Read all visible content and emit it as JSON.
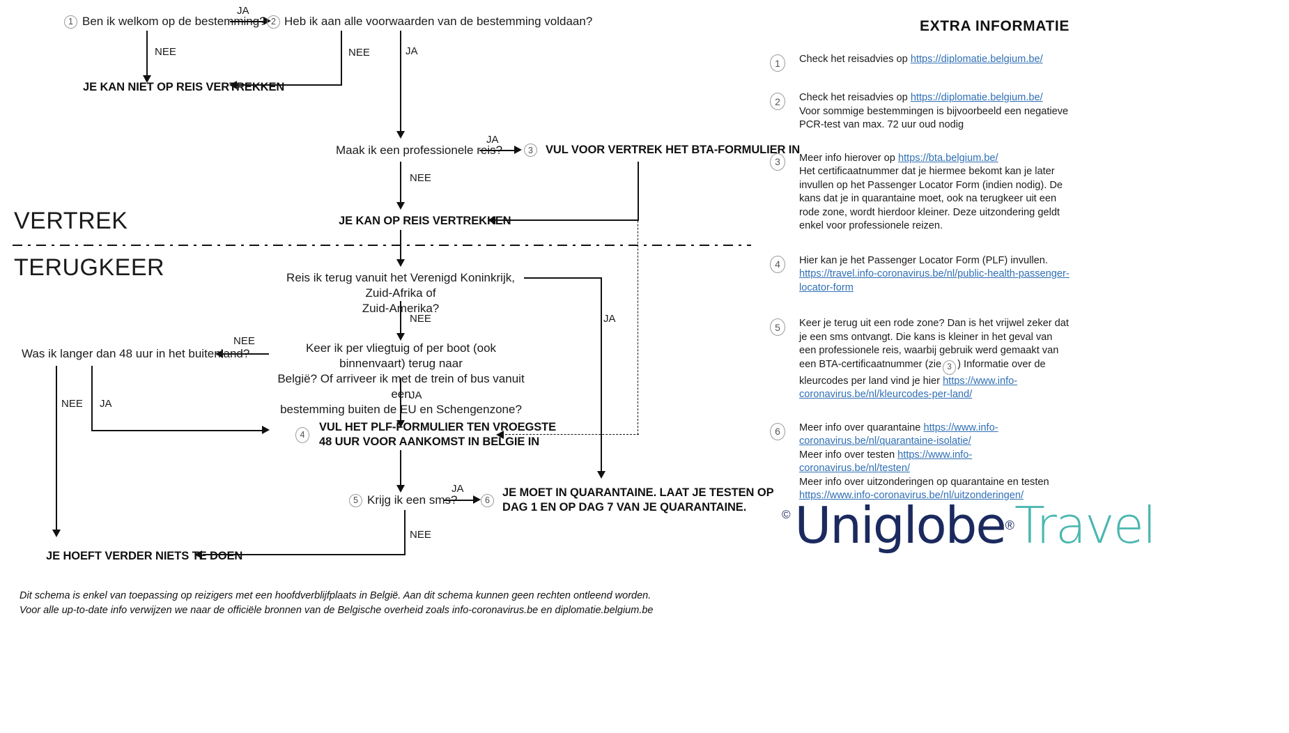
{
  "flow": {
    "sections": [
      {
        "id": "vertrek",
        "label": "VERTREK"
      },
      {
        "id": "terugkeer",
        "label": "TERUGKEER"
      }
    ],
    "nodes": {
      "q1": {
        "marker": "1",
        "text": "Ben ik welkom op de bestemming?",
        "type": "question"
      },
      "q2": {
        "marker": "2",
        "text": "Heb ik aan alle voorwaarden van de bestemming voldaan?",
        "type": "question"
      },
      "end_no_travel": {
        "text": "JE KAN NIET OP REIS VERTREKKEN",
        "type": "outcome"
      },
      "q3": {
        "text": "Maak ik een professionele reis?",
        "type": "question"
      },
      "bta": {
        "marker": "3",
        "text": "VUL VOOR VERTREK HET BTA-FORMULIER IN",
        "type": "outcome"
      },
      "can_travel": {
        "text": "JE KAN OP REIS VERTREKKEN",
        "type": "outcome"
      },
      "q4": {
        "text_line1": "Reis ik terug vanuit het Verenigd Koninkrijk, Zuid-Afrika of",
        "text_line2": "Zuid-Amerika?",
        "type": "question"
      },
      "q5": {
        "text_line1": "Keer ik per vliegtuig of per boot (ook binnenvaart) terug naar",
        "text_line2": "België? Of arriveer ik met de trein of bus vanuit een",
        "text_line3": "bestemming buiten de EU en Schengenzone?",
        "type": "question"
      },
      "q48": {
        "text": "Was ik langer dan 48 uur in het buitenland?",
        "type": "question"
      },
      "plf": {
        "marker": "4",
        "text_line1": "VUL HET PLF-FORMULIER TEN VROEGSTE",
        "text_line2": "48 UUR VOOR AANKOMST IN BELGIE IN",
        "type": "outcome"
      },
      "q6": {
        "marker": "5",
        "text": "Krijg ik een sms?",
        "type": "question"
      },
      "quarantine": {
        "marker": "6",
        "text_line1": "JE MOET IN QUARANTAINE. LAAT JE TESTEN OP",
        "text_line2": "DAG 1 EN OP DAG 7 VAN JE QUARANTAINE.",
        "type": "outcome"
      },
      "nothing": {
        "text": "JE HOEFT VERDER NIETS TE DOEN",
        "type": "outcome"
      }
    },
    "edge_labels": {
      "ja": "JA",
      "nee": "NEE"
    },
    "edges": [
      {
        "from": "q1",
        "to": "q2",
        "label": "JA"
      },
      {
        "from": "q1",
        "to": "end_no_travel",
        "label": "NEE"
      },
      {
        "from": "q2",
        "to": "end_no_travel",
        "label": "NEE"
      },
      {
        "from": "q2",
        "to": "q3",
        "label": "JA"
      },
      {
        "from": "q3",
        "to": "bta",
        "label": "JA"
      },
      {
        "from": "q3",
        "to": "can_travel",
        "label": "NEE"
      },
      {
        "from": "bta",
        "to": "can_travel",
        "label": ""
      },
      {
        "from": "can_travel",
        "to": "q4",
        "label": ""
      },
      {
        "from": "q4",
        "to": "q5",
        "label": "NEE"
      },
      {
        "from": "q4",
        "to": "quarantine",
        "label": "JA"
      },
      {
        "from": "q5",
        "to": "q48",
        "label": "NEE"
      },
      {
        "from": "q5",
        "to": "plf",
        "label": "JA"
      },
      {
        "from": "q48",
        "to": "nothing",
        "label": "NEE"
      },
      {
        "from": "q48",
        "to": "plf",
        "label": "JA"
      },
      {
        "from": "plf",
        "to": "q6",
        "label": ""
      },
      {
        "from": "q6",
        "to": "quarantine",
        "label": "JA"
      },
      {
        "from": "q6",
        "to": "nothing",
        "label": "NEE"
      }
    ]
  },
  "panel": {
    "title": "EXTRA INFORMATIE",
    "items": [
      {
        "num": "1",
        "parts": [
          {
            "t": "text",
            "v": "Check het reisadvies op "
          },
          {
            "t": "link",
            "v": "https://diplomatie.belgium.be/"
          }
        ]
      },
      {
        "num": "2",
        "parts": [
          {
            "t": "text",
            "v": "Check het reisadvies op "
          },
          {
            "t": "link",
            "v": "https://diplomatie.belgium.be/"
          },
          {
            "t": "br"
          },
          {
            "t": "text",
            "v": "Voor sommige bestemmingen is bijvoorbeeld een negatieve PCR-test van max. 72 uur oud nodig"
          }
        ]
      },
      {
        "num": "3",
        "parts": [
          {
            "t": "text",
            "v": "Meer info hierover op "
          },
          {
            "t": "link",
            "v": "https://bta.belgium.be/"
          },
          {
            "t": "br"
          },
          {
            "t": "text",
            "v": "Het certificaatnummer dat je hiermee bekomt kan je later invullen op het Passenger Locator Form (indien nodig).  De kans dat je in quarantaine moet, ook na terugkeer uit een rode zone, wordt hierdoor kleiner. Deze uitzondering geldt enkel voor professionele reizen."
          }
        ]
      },
      {
        "num": "4",
        "parts": [
          {
            "t": "text",
            "v": "Hier kan je het Passenger Locator Form (PLF) invullen."
          },
          {
            "t": "br"
          },
          {
            "t": "link",
            "v": "https://travel.info-coronavirus.be/nl/public-health-passenger-locator-form"
          }
        ]
      },
      {
        "num": "5",
        "parts": [
          {
            "t": "text",
            "v": "Keer je terug uit een rode zone? Dan is het vrijwel zeker dat je een sms ontvangt. Die kans is kleiner in het geval van een professionele reis, waarbij gebruik werd gemaakt van een BTA-certificaatnummer (zie"
          },
          {
            "t": "circle",
            "v": "3"
          },
          {
            "t": "text",
            "v": ") Informatie over de kleurcodes per land vind je hier "
          },
          {
            "t": "link",
            "v": "https://www.info-coronavirus.be/nl/kleurcodes-per-land/"
          }
        ]
      },
      {
        "num": "6",
        "parts": [
          {
            "t": "text",
            "v": "Meer info over quarantaine "
          },
          {
            "t": "link",
            "v": "https://www.info-coronavirus.be/nl/quarantaine-isolatie/"
          },
          {
            "t": "br"
          },
          {
            "t": "text",
            "v": "Meer info over testen "
          },
          {
            "t": "link",
            "v": "https://www.info-coronavirus.be/nl/testen/"
          },
          {
            "t": "br"
          },
          {
            "t": "text",
            "v": "Meer info over uitzonderingen op quarantaine en testen "
          },
          {
            "t": "link",
            "v": "https://www.info-coronavirus.be/nl/uitzonderingen/"
          }
        ]
      }
    ]
  },
  "logo": {
    "copyright": "©",
    "name_primary": "Uniglobe",
    "registered": "®",
    "name_secondary": "Travel",
    "color_primary": "#1b2a5e",
    "color_secondary": "#4bb7b0"
  },
  "footer": {
    "line1": "Dit schema is enkel van toepassing op reizigers met een hoofdverblijfplaats in België. Aan dit schema kunnen geen rechten ontleend worden.",
    "line2": "Voor alle up-to-date info verwijzen we naar de officiële bronnen van de Belgische overheid zoals info-coronavirus.be en diplomatie.belgium.be"
  }
}
